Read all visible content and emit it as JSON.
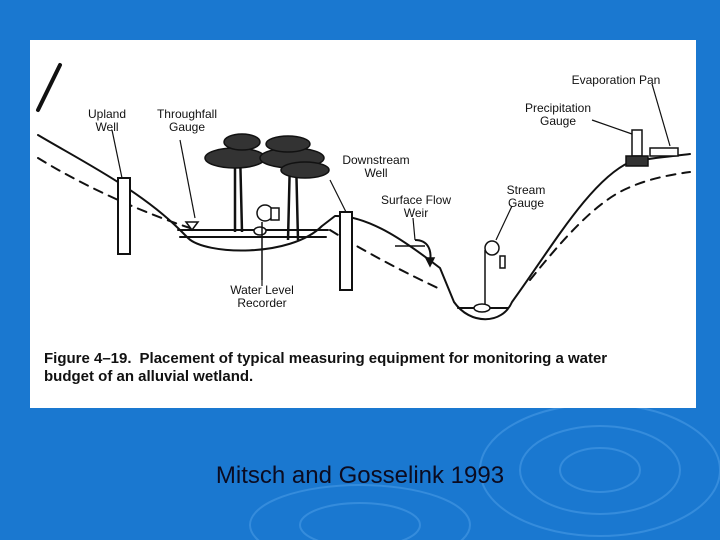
{
  "figure": {
    "number": "Figure 4–19.",
    "caption_line1": "Placement of typical measuring equipment for monitoring a water",
    "caption_line2": "budget of an alluvial wetland.",
    "labels": {
      "upland_well_1": "Upland",
      "upland_well_2": "Well",
      "throughfall_1": "Throughfall",
      "throughfall_2": "Gauge",
      "downstream_1": "Downstream",
      "downstream_2": "Well",
      "surface_weir_1": "Surface Flow",
      "surface_weir_2": "Weir",
      "stream_gauge_1": "Stream",
      "stream_gauge_2": "Gauge",
      "precip_1": "Precipitation",
      "precip_2": "Gauge",
      "evap_pan": "Evaporation Pan",
      "water_level_1": "Water Level",
      "water_level_2": "Recorder"
    }
  },
  "credit": "Mitsch and Gosselink 1993",
  "colors": {
    "background": "#1a78d0",
    "panel": "#ffffff",
    "ink": "#111111",
    "credit_text": "#0b0b20"
  }
}
